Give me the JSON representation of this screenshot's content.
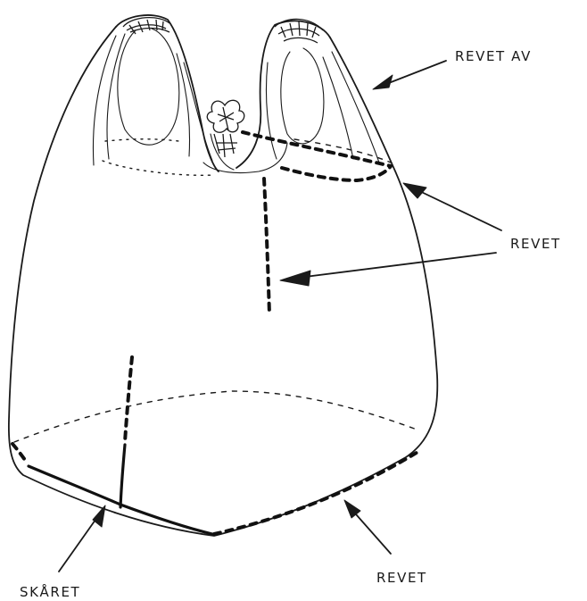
{
  "labels": {
    "revet_av": "REVET AV",
    "revet_side": "REVET",
    "revet_bottom": "REVET",
    "skaret": "SKÅRET"
  }
}
